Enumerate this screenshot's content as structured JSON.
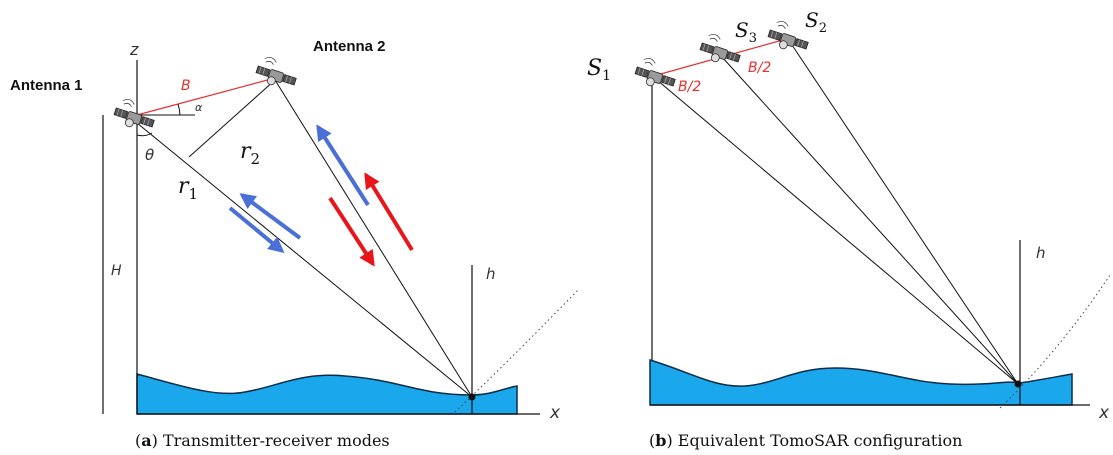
{
  "panel_a": {
    "antenna1_label": "Antenna 1",
    "antenna2_label": "Antenna 2",
    "z_axis": "z",
    "x_axis": "x",
    "h_axis": "h",
    "H_label": "H",
    "baseline_label": "B",
    "alpha_label": "α",
    "theta_label": "θ",
    "r1_base": "r",
    "r1_sub": "1",
    "r2_base": "r",
    "r2_sub": "2",
    "caption_tag": "a",
    "caption_text": "Transmitter-receiver modes"
  },
  "panel_b": {
    "s1_base": "S",
    "s1_sub": "1",
    "s2_base": "S",
    "s2_sub": "2",
    "s3_base": "S",
    "s3_sub": "3",
    "half_baseline_1": "B/2",
    "half_baseline_2": "B/2",
    "x_axis": "x",
    "h_axis": "h",
    "caption_tag": "b",
    "caption_text": "Equivalent TomoSAR configuration"
  },
  "colors": {
    "terrain": "#1aa7ec",
    "baseline_red": "#e8312f",
    "arrow_blue": "#4a6fd6",
    "arrow_red": "#e8161b"
  },
  "icons": [
    "satellite-icon"
  ]
}
